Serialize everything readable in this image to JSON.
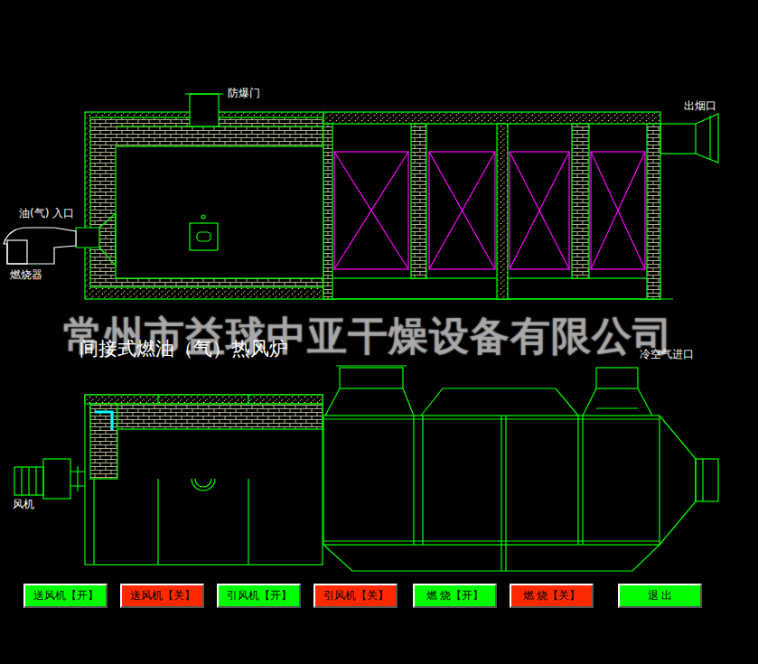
{
  "diagram": {
    "title": "间接式燃油（气）热风炉",
    "nodes": [
      {
        "text": [
          "送风机【开】"
        ]
      },
      {
        "text": [
          "送风机【关】"
        ]
      },
      {
        "text": [
          "引风机【开】"
        ]
      },
      {
        "text": [
          "引风机【关】"
        ]
      },
      {
        "text": [
          "燃 烧【开】"
        ]
      },
      {
        "text": [
          "燃 烧【关】"
        ]
      },
      {
        "text": [
          "退 出"
        ]
      }
    ],
    "labels": [
      "防爆门",
      "出烟口",
      "油(气) 入口",
      "燃烧器",
      "常州市益球中亚干燥设备有限公司",
      "冷空气进口",
      "风机"
    ]
  }
}
